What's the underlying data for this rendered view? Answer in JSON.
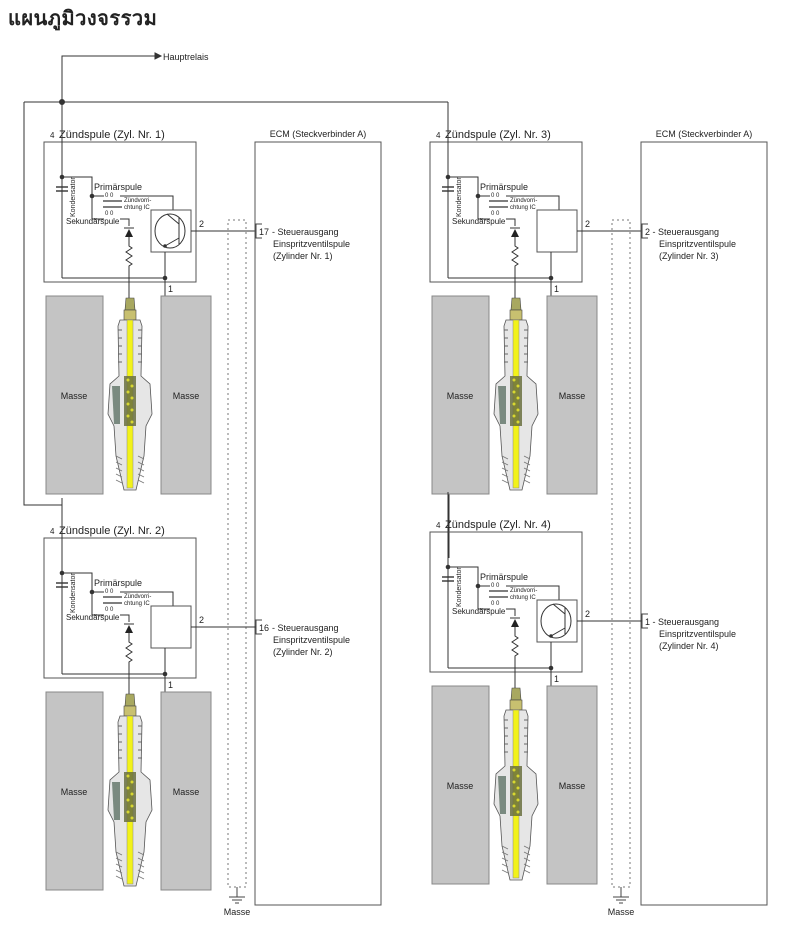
{
  "page_title": "แผนภูมิวงจรรวม",
  "main_relay_label": "Hauptrelais",
  "ground_label": "Masse",
  "ecm_title": "ECM (Steckverbinder A)",
  "labels": {
    "capacitor": "Kondensator",
    "primary": "Primärspule",
    "secondary": "Sekundärspule",
    "igniter_line1": "Zündvorri-",
    "igniter_line2": "chtung IC",
    "pin_power": "4",
    "pin_out": "2",
    "pin_gnd": "1",
    "ground_block": "Masse"
  },
  "coils": [
    {
      "id": "cyl1",
      "title": "Zündspule (Zyl. Nr. 1)",
      "igniter": "transistor",
      "ecm_pin": "17",
      "ecm_line1": "- Steuerausgang",
      "ecm_line2": "Einspritzventilspule",
      "ecm_line3": "(Zylinder Nr. 1)"
    },
    {
      "id": "cyl2",
      "title": "Zündspule (Zyl. Nr. 2)",
      "igniter": "box",
      "ecm_pin": "16",
      "ecm_line1": "- Steuerausgang",
      "ecm_line2": "Einspritzventilspule",
      "ecm_line3": "(Zylinder Nr. 2)"
    },
    {
      "id": "cyl3",
      "title": "Zündspule (Zyl. Nr. 3)",
      "igniter": "box",
      "ecm_pin": "2",
      "ecm_line1": "- Steuerausgang",
      "ecm_line2": "Einspritzventilspule",
      "ecm_line3": "(Zylinder Nr. 3)"
    },
    {
      "id": "cyl4",
      "title": "Zündspule (Zyl. Nr. 4)",
      "igniter": "transistor",
      "ecm_pin": "1",
      "ecm_line1": "- Steuerausgang",
      "ecm_line2": "Einspritzventilspule",
      "ecm_line3": "(Zylinder Nr. 4)"
    }
  ],
  "colors": {
    "line": "#333333",
    "ground_block": "#c4c4c4",
    "ground_block_border": "#888888",
    "plug_core": "#f2f21a",
    "plug_body": "#e6e6e6"
  }
}
